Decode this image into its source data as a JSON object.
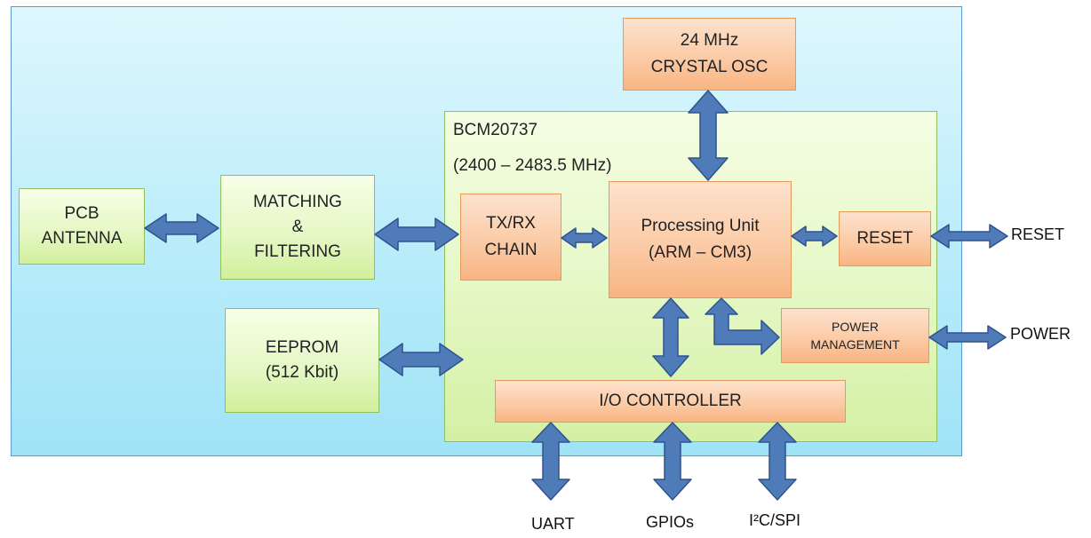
{
  "blocks": {
    "crystal": {
      "line1": "24 MHz",
      "line2": "CRYSTAL OSC"
    },
    "chip": {
      "name": "BCM20737",
      "band": "(2400 – 2483.5 MHz)"
    },
    "antenna": {
      "line1": "PCB",
      "line2": "ANTENNA"
    },
    "matching": {
      "line1": "MATCHING",
      "line2": "&",
      "line3": "FILTERING"
    },
    "txrx": {
      "line1": "TX/RX",
      "line2": "CHAIN"
    },
    "processing": {
      "line1": "Processing Unit",
      "line2": "(ARM – CM3)"
    },
    "reset": {
      "label": "RESET"
    },
    "power_mgmt": {
      "line1": "POWER",
      "line2": "MANAGEMENT"
    },
    "eeprom": {
      "line1": "EEPROM",
      "line2": "(512 Kbit)"
    },
    "io": {
      "label": "I/O CONTROLLER"
    }
  },
  "external": {
    "reset": "RESET",
    "power": "POWER",
    "uart": "UART",
    "gpios": "GPIOs",
    "i2c_spi": "I²C/SPI"
  },
  "colors": {
    "board_fill": "#b9ecfa",
    "chip_fill": "#e6f8c8",
    "block_green": "#e4f7c3",
    "block_orange": "#fbc9a3",
    "arrow_fill": "#4f7cb8",
    "arrow_stroke": "#2f528f"
  }
}
